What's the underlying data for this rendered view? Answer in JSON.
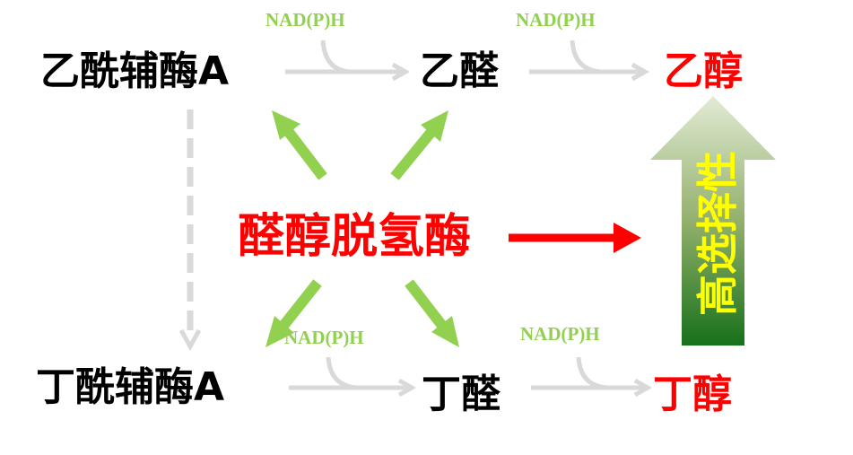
{
  "nodes": {
    "acetyl_coa": "乙酰辅酶A",
    "acetaldehyde": "乙醛",
    "ethanol": "乙醇",
    "butyryl_coa": "丁酰辅酶A",
    "butyraldehyde": "丁醛",
    "butanol": "丁醇",
    "enzyme": "醛醇脱氢酶"
  },
  "cofactors": [
    "NAD(P)H",
    "NAD(P)H",
    "NAD(P)H",
    "NAD(P)H"
  ],
  "selectivity_label": "高选择性",
  "colors": {
    "product": "#ff0000",
    "cofactor": "#92d050",
    "enzyme_arrow": "#92d050",
    "flow": "#d9d9d9",
    "label": "#ffff00"
  }
}
